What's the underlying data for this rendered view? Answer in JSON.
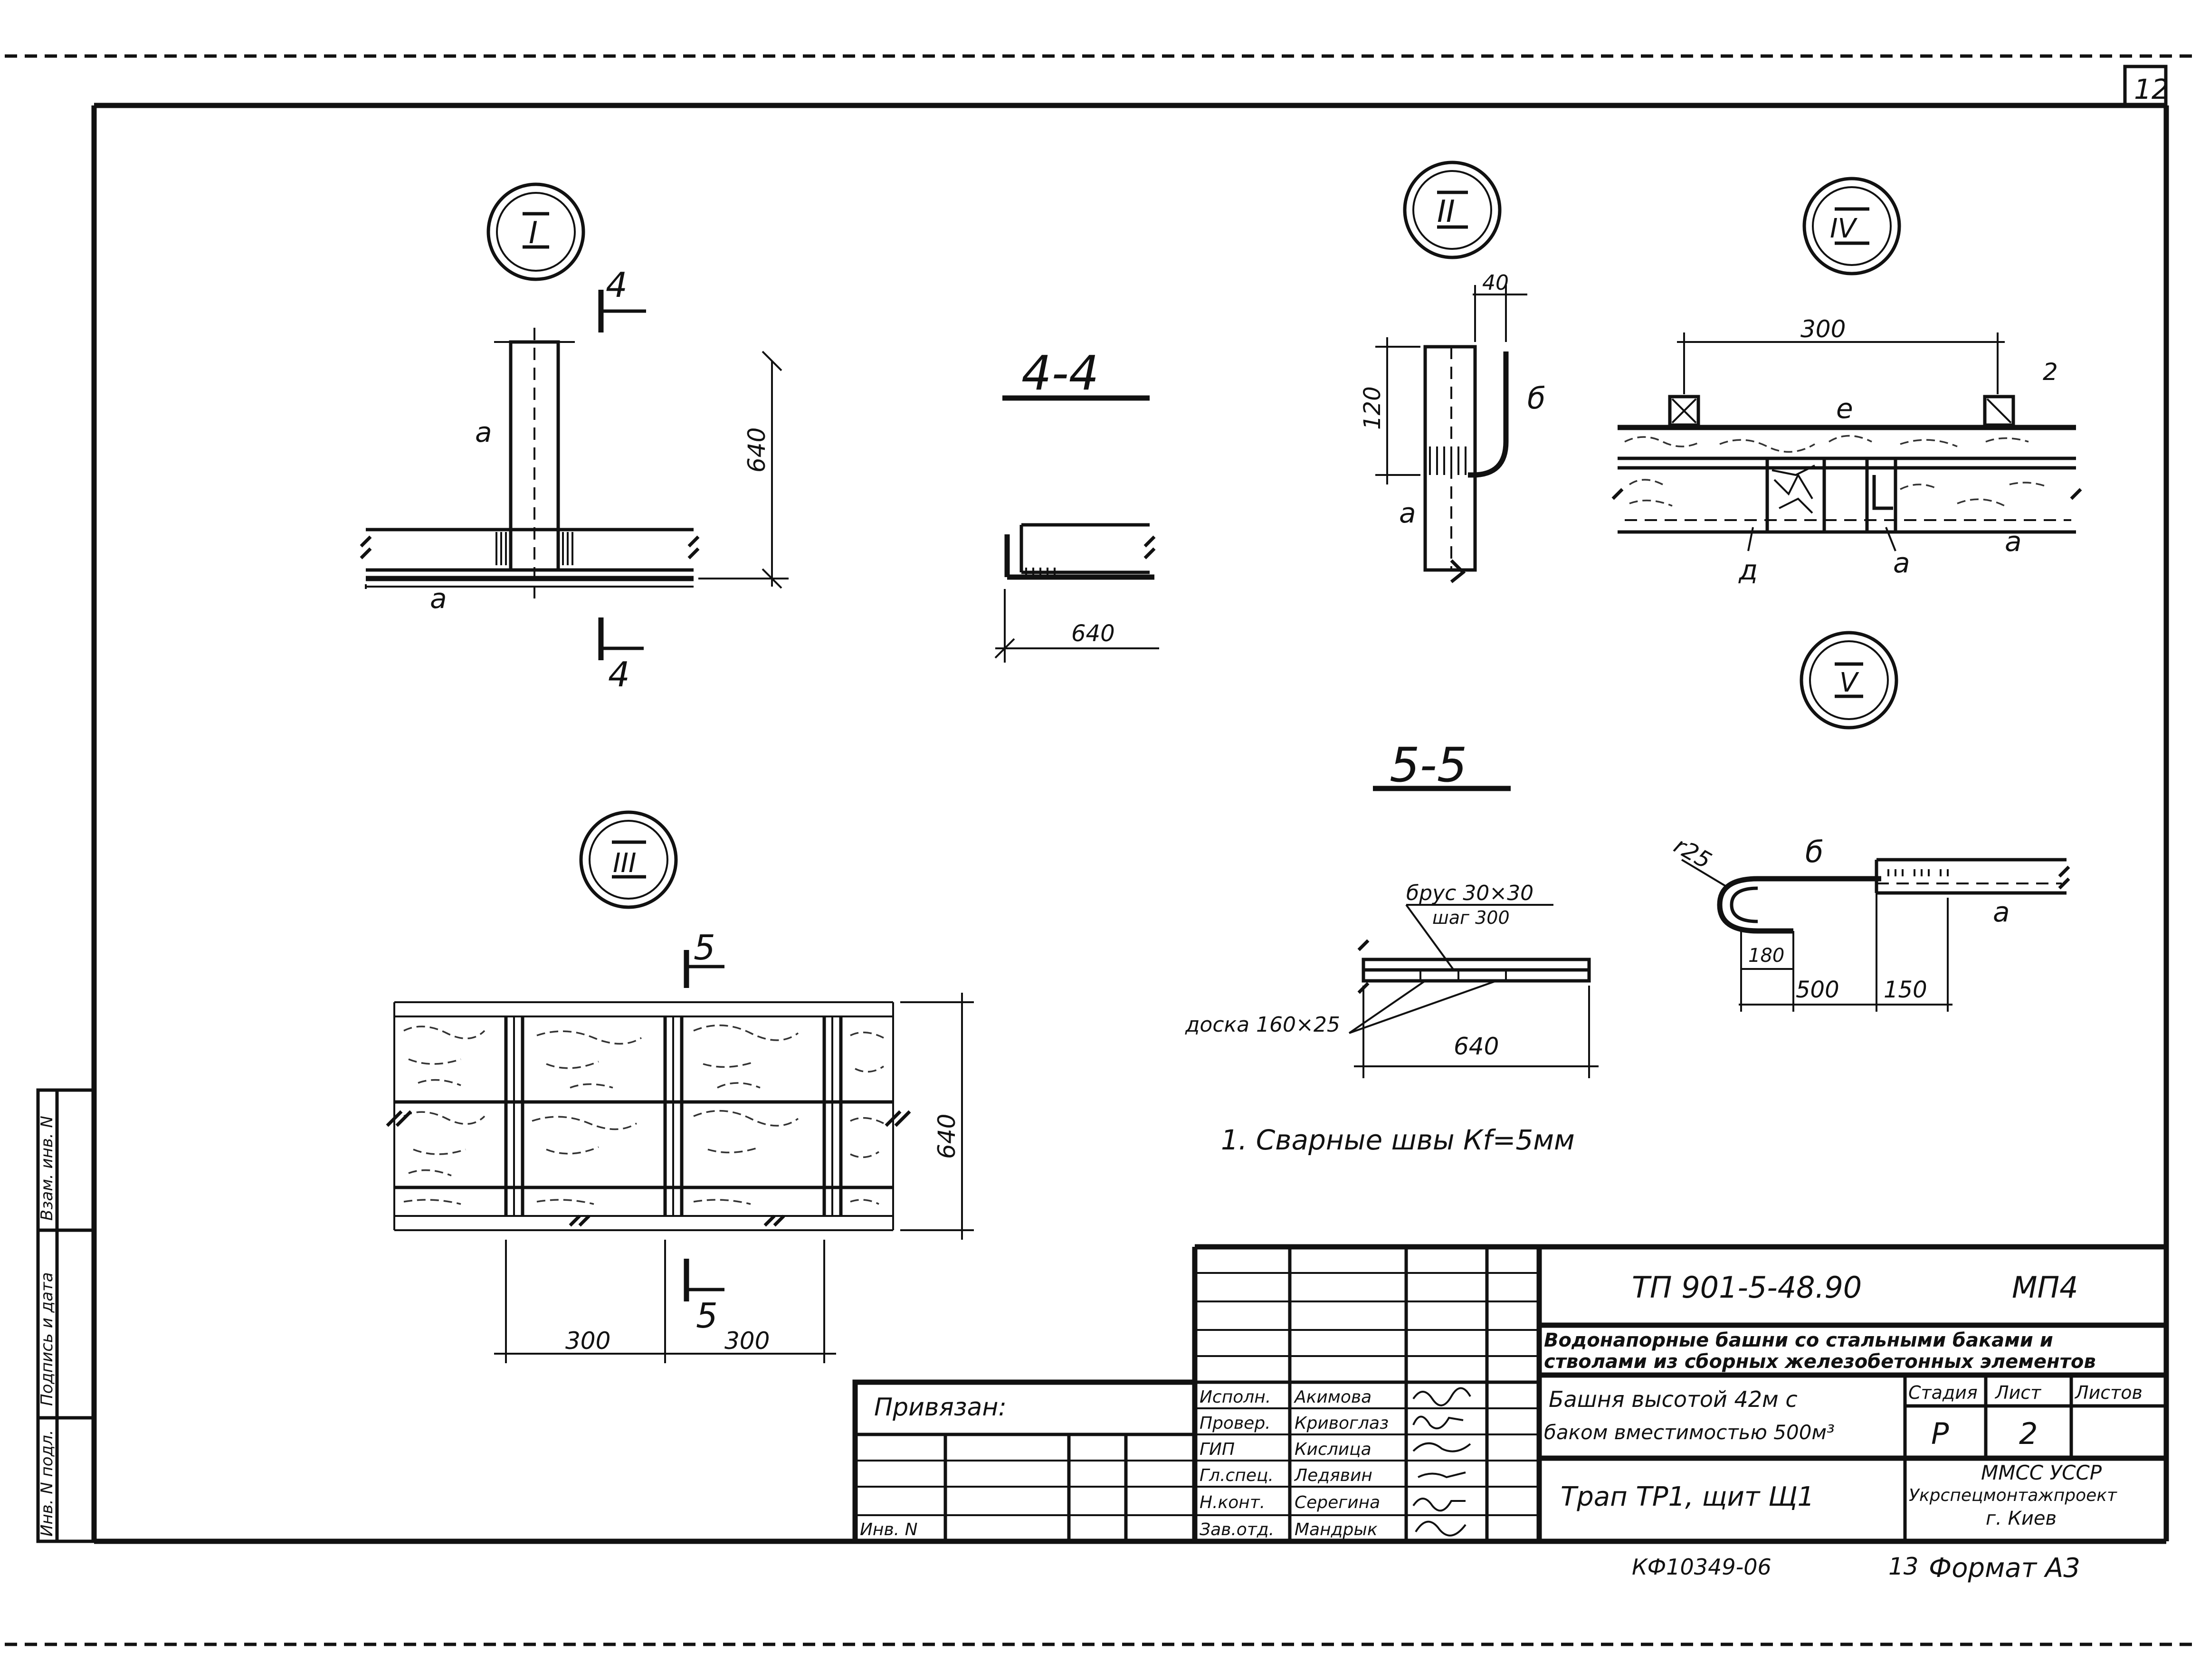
{
  "sheet_number": "12",
  "details": {
    "I": {
      "label": "I",
      "dim_height": "640",
      "dim_width_label": "а",
      "post_label": "а",
      "section_top": "4",
      "section_bottom": "4"
    },
    "II": {
      "label": "II",
      "dim_top": "40",
      "dim_side": "120",
      "label_b": "б",
      "label_a": "а"
    },
    "III": {
      "label": "III",
      "dim_height": "640",
      "dim_left": "300",
      "dim_right": "300",
      "section_top": "5",
      "section_bottom": "5"
    },
    "IV": {
      "label": "IV",
      "dim_top": "300",
      "label_e": "е",
      "label_2": "2",
      "label_d": "д",
      "label_a1": "а",
      "label_a2": "а"
    },
    "V": {
      "label": "V",
      "radius": "r25",
      "label_b": "б",
      "label_a": "а",
      "dim_180": "180",
      "dim_500": "500",
      "dim_150": "150"
    }
  },
  "sections": {
    "s44": {
      "title": "4-4",
      "dim": "640"
    },
    "s55": {
      "title": "5-5",
      "brus": "брус 30×30",
      "brus_step": "шаг 300",
      "doska": "доска 160×25",
      "dim": "640"
    }
  },
  "note": "1. Сварные швы Кf=5мм",
  "title_block": {
    "code": "ТП 901-5-48.90",
    "album": "МП4",
    "project_line1": "Водонапорные башни со стальными баками и",
    "project_line2": "стволами из сборных железобетонных элементов",
    "object_line1": "Башня высотой 42м с",
    "object_line2": "баком вместимостью 500м³",
    "sheet_title": "Трап ТР1, щит Щ1",
    "stage_header": "Стадия",
    "sheet_header": "Лист",
    "sheets_header": "Листов",
    "stage": "Р",
    "sheet": "2",
    "sheets": "",
    "org_line1": "ММСС УССР",
    "org_line2": "Укрспецмонтажпроект",
    "org_line3": "г. Киев",
    "roles": [
      {
        "role": "Исполн.",
        "name": "Акимова"
      },
      {
        "role": "Провер.",
        "name": "Кривоглаз"
      },
      {
        "role": "ГИП",
        "name": "Кислица"
      },
      {
        "role": "Гл.спец.",
        "name": "Ледявин"
      },
      {
        "role": "Н.конт.",
        "name": "Серегина"
      },
      {
        "role": "Зав.отд.",
        "name": "Мандрык"
      }
    ],
    "privyazan": "Привязан:",
    "inv_no": "Инв. N"
  },
  "side_stamp": {
    "vzam": "Взам. инв. N",
    "podpis": "Подпись и дата",
    "inv_podl": "Инв. N подл."
  },
  "footer": {
    "code": "КФ10349-06",
    "number": "13",
    "format": "Формат А3"
  }
}
